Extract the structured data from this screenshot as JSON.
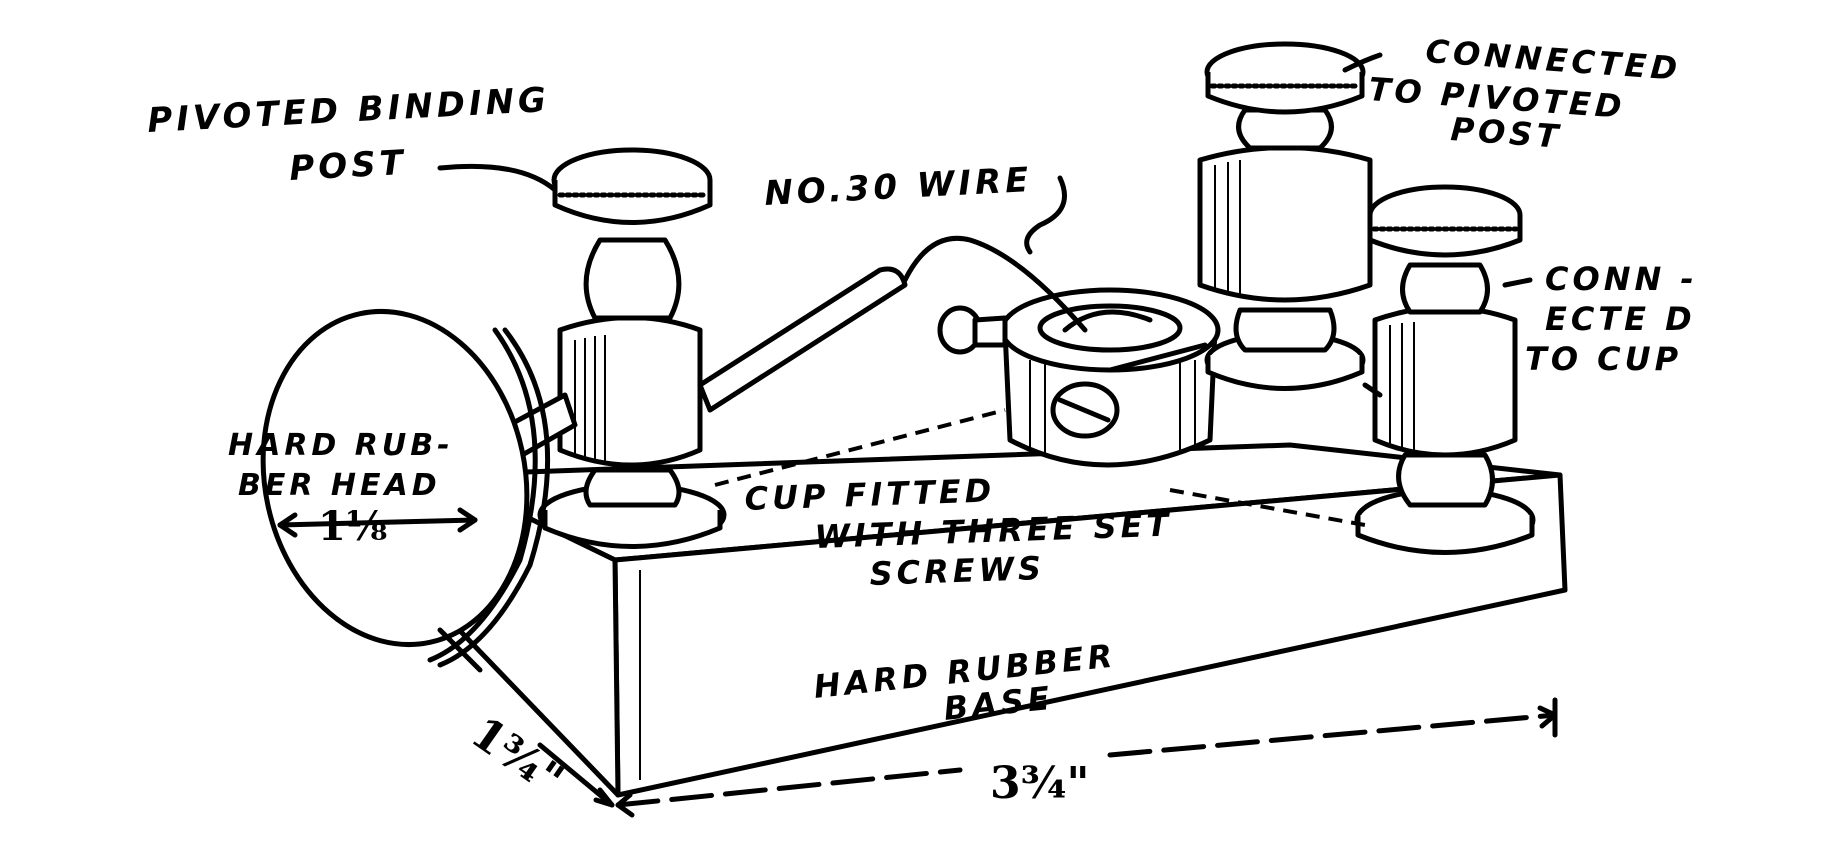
{
  "labels": {
    "pivoted_binding_post": [
      "PIVOTED BINDING",
      "POST"
    ],
    "no30_wire": "NO.30 WIRE",
    "connected_to_pivoted_post": [
      "CONNECTED",
      "TO PIVOTED",
      "POST"
    ],
    "connected_to_cup": [
      "CONN -",
      "ECTE D",
      "TO CUP"
    ],
    "hard_rubber_head": [
      "HARD RUB-",
      "BER HEAD"
    ],
    "head_dimension": "1⅛",
    "cup_fitted": [
      "CUP FITTED",
      "WITH THREE SET",
      "SCREWS"
    ],
    "hard_rubber_base": [
      "HARD RUBBER",
      "BASE"
    ],
    "depth_dimension": "1¾\"",
    "length_dimension": "3¾\""
  },
  "colors": {
    "ink": "#000000",
    "paper": "#ffffff"
  }
}
